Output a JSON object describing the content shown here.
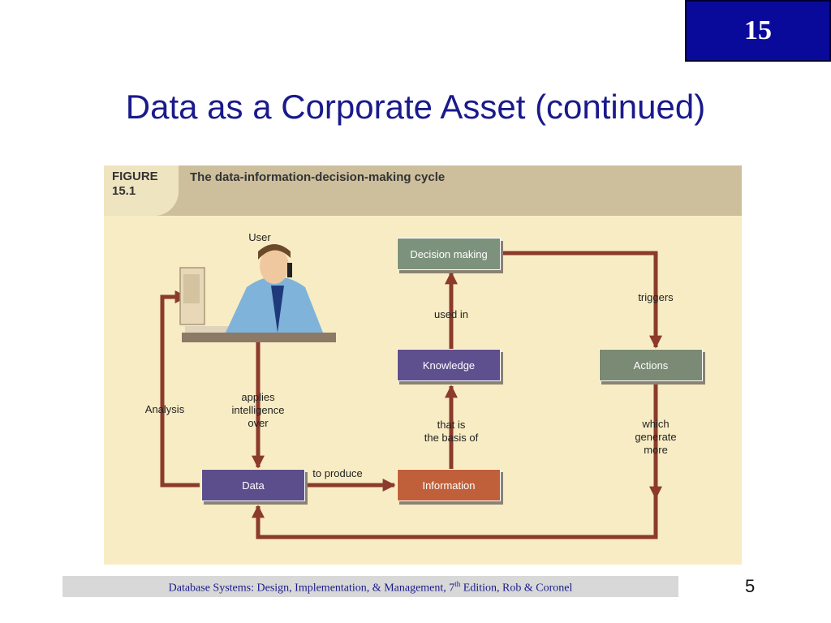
{
  "slide": {
    "chapter_number": "15",
    "title": "Data as a Corporate Asset (continued)",
    "page_number": "5"
  },
  "figure": {
    "label_line1": "FIGURE",
    "label_line2": "15.1",
    "caption": "The data-information-decision-making cycle",
    "user_label": "User",
    "nodes": {
      "decision_making": "Decision making",
      "knowledge": "Knowledge",
      "data": "Data",
      "information": "Information",
      "actions": "Actions"
    },
    "edge_labels": {
      "analysis": "Analysis",
      "applies_1": "applies",
      "applies_2": "intelligence",
      "applies_3": "over",
      "to_produce": "to produce",
      "basis_1": "that is",
      "basis_2": "the basis of",
      "used_in": "used in",
      "triggers": "triggers",
      "generate_1": "which",
      "generate_2": "generate",
      "generate_3": "more"
    },
    "colors": {
      "arrow": "#8b3a2b",
      "decision_box": "#7c927c",
      "actions_box": "#7a8a74",
      "knowledge_box": "#5e4f8f",
      "data_box": "#5c4e8c",
      "information_box": "#c0603a"
    }
  },
  "footer": {
    "citation_before": "Database Systems: Design, Implementation, & Management, 7",
    "citation_sup": "th",
    "citation_after": " Edition, Rob & Coronel"
  }
}
